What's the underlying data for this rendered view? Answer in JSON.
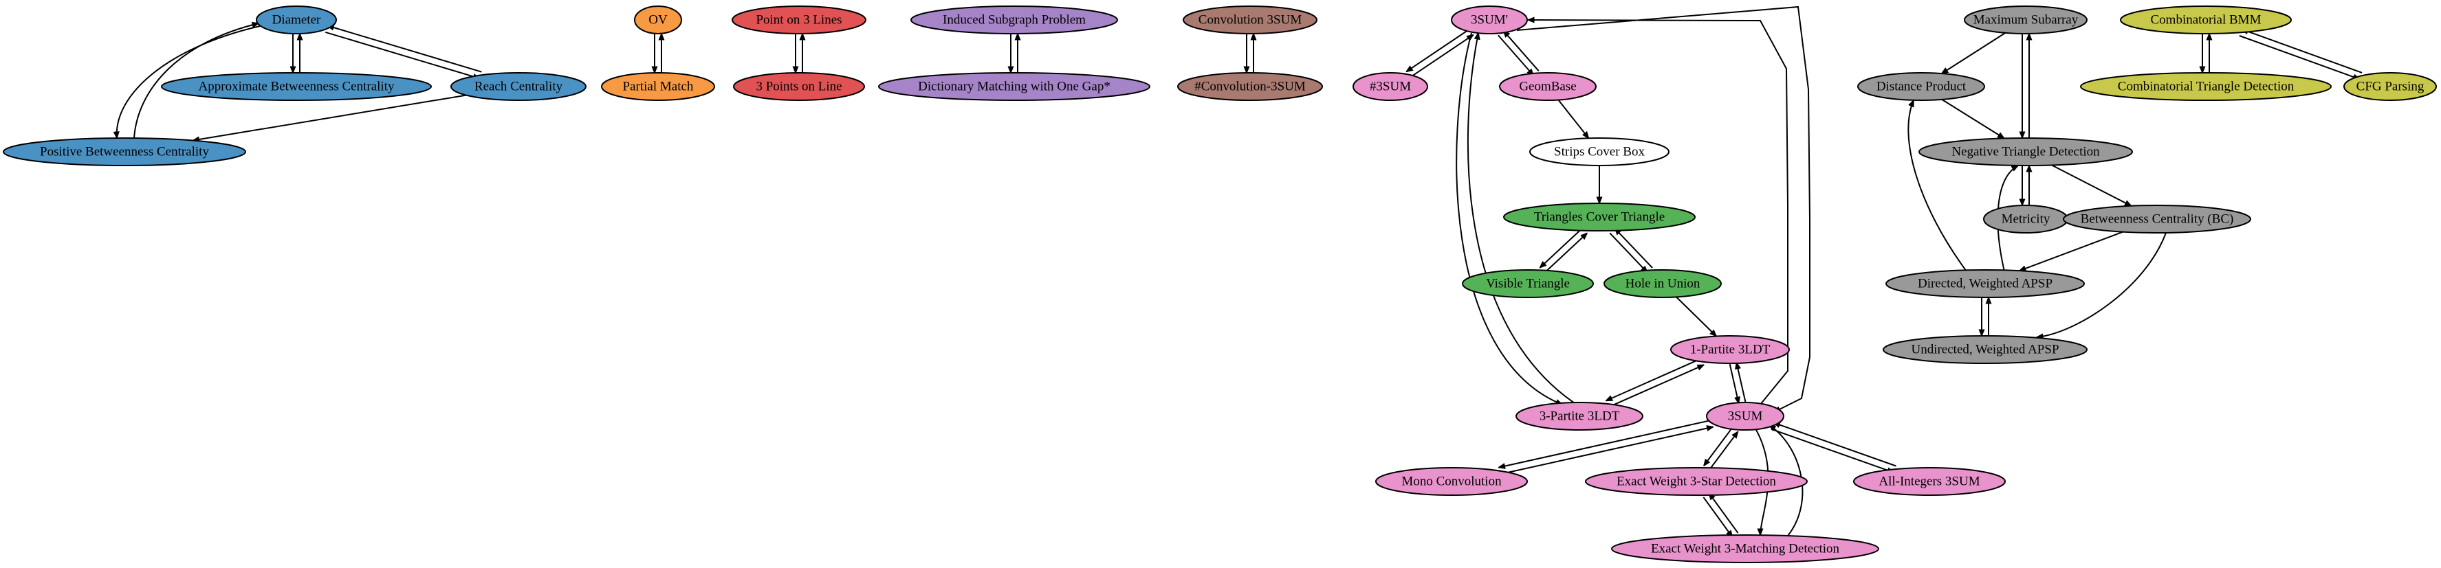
{
  "palette": {
    "blue": "#4a91c4",
    "orange": "#f89a44",
    "red": "#e05253",
    "purple": "#a684c8",
    "brown": "#a87a70",
    "pink": "#e993cc",
    "green": "#56b257",
    "gray": "#999999",
    "olive": "#c8c84a",
    "white": "#ffffff"
  },
  "nodes": [
    {
      "id": "diameter",
      "label": "Diameter",
      "color": "blue"
    },
    {
      "id": "abc",
      "label": "Approximate Betweenness Centrality",
      "color": "blue"
    },
    {
      "id": "reach",
      "label": "Reach Centrality",
      "color": "blue"
    },
    {
      "id": "pbc",
      "label": "Positive Betweenness Centrality",
      "color": "blue"
    },
    {
      "id": "ov",
      "label": "OV",
      "color": "orange"
    },
    {
      "id": "pm",
      "label": "Partial Match",
      "color": "orange"
    },
    {
      "id": "p3l",
      "label": "Point on 3 Lines",
      "color": "red"
    },
    {
      "id": "3pl",
      "label": "3 Points on Line",
      "color": "red"
    },
    {
      "id": "isp",
      "label": "Induced Subgraph Problem",
      "color": "purple"
    },
    {
      "id": "dm",
      "label": "Dictionary Matching with One Gap*",
      "color": "purple"
    },
    {
      "id": "c3s",
      "label": "Convolution 3SUM",
      "color": "brown"
    },
    {
      "id": "nc3s",
      "label": "#Convolution-3SUM",
      "color": "brown"
    },
    {
      "id": "3sump",
      "label": "3SUM'",
      "color": "pink"
    },
    {
      "id": "n3sum",
      "label": "#3SUM",
      "color": "pink"
    },
    {
      "id": "geombase",
      "label": "GeomBase",
      "color": "pink"
    },
    {
      "id": "scb",
      "label": "Strips Cover Box",
      "color": "white"
    },
    {
      "id": "tct",
      "label": "Triangles Cover Triangle",
      "color": "green"
    },
    {
      "id": "vt",
      "label": "Visible Triangle",
      "color": "green"
    },
    {
      "id": "hiu",
      "label": "Hole in Union",
      "color": "green"
    },
    {
      "id": "1p3ldt",
      "label": "1-Partite 3LDT",
      "color": "pink"
    },
    {
      "id": "3p3ldt",
      "label": "3-Partite 3LDT",
      "color": "pink"
    },
    {
      "id": "3sum",
      "label": "3SUM",
      "color": "pink"
    },
    {
      "id": "monoconv",
      "label": "Mono Convolution",
      "color": "pink"
    },
    {
      "id": "ew3s",
      "label": "Exact Weight 3-Star Detection",
      "color": "pink"
    },
    {
      "id": "ai3s",
      "label": "All-Integers 3SUM",
      "color": "pink"
    },
    {
      "id": "ew3m",
      "label": "Exact Weight 3-Matching Detection",
      "color": "pink"
    },
    {
      "id": "maxsub",
      "label": "Maximum Subarray",
      "color": "gray"
    },
    {
      "id": "dp",
      "label": "Distance Product",
      "color": "gray"
    },
    {
      "id": "ntd",
      "label": "Negative Triangle Detection",
      "color": "gray"
    },
    {
      "id": "metricity",
      "label": "Metricity",
      "color": "gray"
    },
    {
      "id": "bc",
      "label": "Betweenness Centrality (BC)",
      "color": "gray"
    },
    {
      "id": "dwapsp",
      "label": "Directed, Weighted APSP",
      "color": "gray"
    },
    {
      "id": "uwapsp",
      "label": "Undirected, Weighted APSP",
      "color": "gray"
    },
    {
      "id": "cbmm",
      "label": "Combinatorial BMM",
      "color": "olive"
    },
    {
      "id": "ctd",
      "label": "Combinatorial Triangle Detection",
      "color": "olive"
    },
    {
      "id": "cfg",
      "label": "CFG Parsing",
      "color": "olive"
    }
  ],
  "edges": [
    {
      "from": "diameter",
      "to": "abc"
    },
    {
      "from": "abc",
      "to": "diameter"
    },
    {
      "from": "diameter",
      "to": "reach"
    },
    {
      "from": "reach",
      "to": "diameter"
    },
    {
      "from": "diameter",
      "to": "pbc"
    },
    {
      "from": "pbc",
      "to": "diameter"
    },
    {
      "from": "reach",
      "to": "pbc"
    },
    {
      "from": "ov",
      "to": "pm"
    },
    {
      "from": "pm",
      "to": "ov"
    },
    {
      "from": "p3l",
      "to": "3pl"
    },
    {
      "from": "3pl",
      "to": "p3l"
    },
    {
      "from": "isp",
      "to": "dm"
    },
    {
      "from": "dm",
      "to": "isp"
    },
    {
      "from": "c3s",
      "to": "nc3s"
    },
    {
      "from": "nc3s",
      "to": "c3s"
    },
    {
      "from": "3sump",
      "to": "n3sum"
    },
    {
      "from": "n3sum",
      "to": "3sump"
    },
    {
      "from": "3sump",
      "to": "geombase"
    },
    {
      "from": "geombase",
      "to": "3sump"
    },
    {
      "from": "geombase",
      "to": "scb"
    },
    {
      "from": "scb",
      "to": "tct"
    },
    {
      "from": "tct",
      "to": "vt"
    },
    {
      "from": "vt",
      "to": "tct"
    },
    {
      "from": "tct",
      "to": "hiu"
    },
    {
      "from": "hiu",
      "to": "tct"
    },
    {
      "from": "hiu",
      "to": "1p3ldt"
    },
    {
      "from": "1p3ldt",
      "to": "3sum"
    },
    {
      "from": "3sum",
      "to": "1p3ldt"
    },
    {
      "from": "1p3ldt",
      "to": "3p3ldt"
    },
    {
      "from": "3p3ldt",
      "to": "1p3ldt"
    },
    {
      "from": "3sump",
      "to": "3p3ldt"
    },
    {
      "from": "3p3ldt",
      "to": "3sump"
    },
    {
      "from": "3sump",
      "to": "3sum"
    },
    {
      "from": "3sum",
      "to": "3sump"
    },
    {
      "from": "3sum",
      "to": "monoconv"
    },
    {
      "from": "monoconv",
      "to": "3sum"
    },
    {
      "from": "3sum",
      "to": "ew3s"
    },
    {
      "from": "ew3s",
      "to": "3sum"
    },
    {
      "from": "3sum",
      "to": "ai3s"
    },
    {
      "from": "ai3s",
      "to": "3sum"
    },
    {
      "from": "3sum",
      "to": "ew3m"
    },
    {
      "from": "ew3m",
      "to": "3sum"
    },
    {
      "from": "ew3s",
      "to": "ew3m"
    },
    {
      "from": "ew3m",
      "to": "ew3s"
    },
    {
      "from": "maxsub",
      "to": "dp"
    },
    {
      "from": "maxsub",
      "to": "ntd"
    },
    {
      "from": "ntd",
      "to": "maxsub"
    },
    {
      "from": "dp",
      "to": "ntd"
    },
    {
      "from": "ntd",
      "to": "metricity"
    },
    {
      "from": "metricity",
      "to": "ntd"
    },
    {
      "from": "ntd",
      "to": "bc"
    },
    {
      "from": "bc",
      "to": "dwapsp"
    },
    {
      "from": "bc",
      "to": "uwapsp"
    },
    {
      "from": "dwapsp",
      "to": "ntd"
    },
    {
      "from": "dwapsp",
      "to": "dp"
    },
    {
      "from": "dwapsp",
      "to": "uwapsp"
    },
    {
      "from": "uwapsp",
      "to": "dwapsp"
    },
    {
      "from": "cbmm",
      "to": "ctd"
    },
    {
      "from": "ctd",
      "to": "cbmm"
    },
    {
      "from": "cbmm",
      "to": "cfg"
    },
    {
      "from": "cfg",
      "to": "cbmm"
    }
  ]
}
